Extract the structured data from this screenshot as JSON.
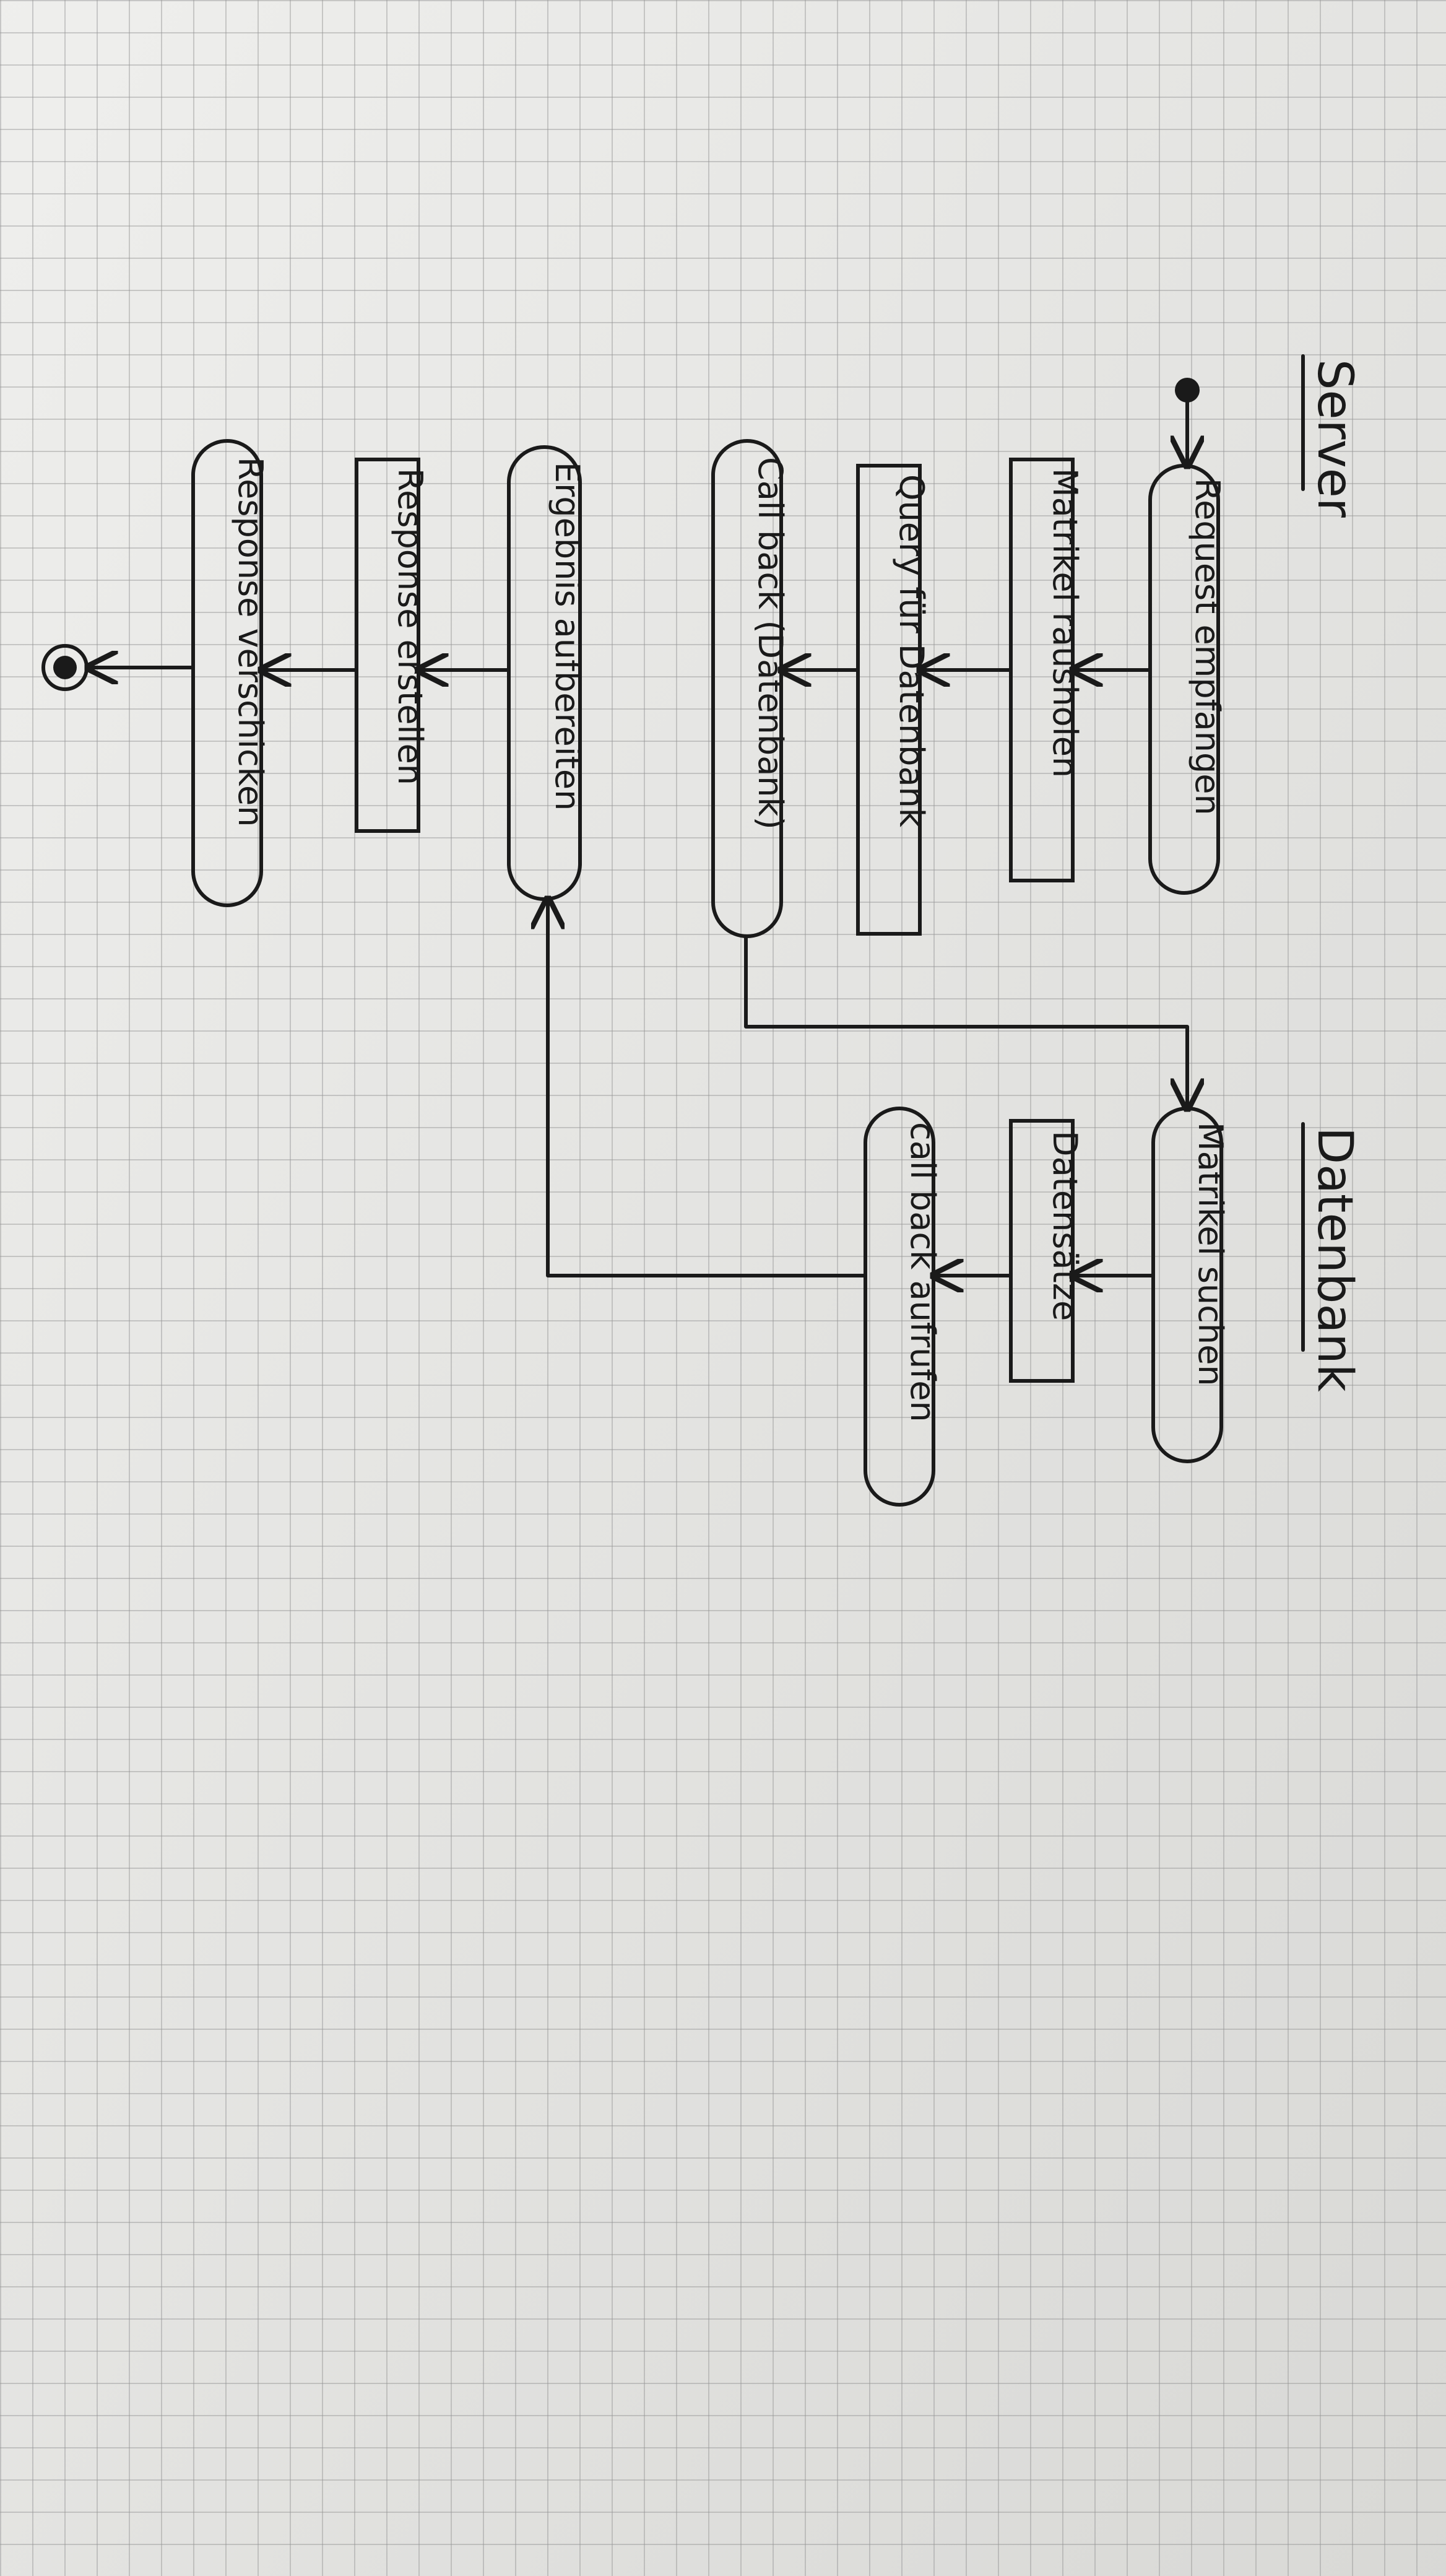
{
  "lanes": {
    "server": "Server",
    "datenbank": "Datenbank"
  },
  "nodes": {
    "request_empfangen": "Request empfangen",
    "matrikel_rausholen": "Matrikel rausholen",
    "query_fuer_datenbank": "Query für Datenbank",
    "call_back_datenbank": "Call back (Datenbank)",
    "ergebnis_aufbereiten": "Ergebnis aufbereiten",
    "response_erstellen": "Response erstellen",
    "response_verschicken": "Response verschicken",
    "matrikel_suchen": "Matrikel suchen",
    "datensaetze": "Datensätze",
    "call_back_aufrufen": "call back aufrufen"
  },
  "colors": {
    "ink": "#1a1a1a",
    "paper": "#e6e6e3",
    "grid": "#969696"
  }
}
